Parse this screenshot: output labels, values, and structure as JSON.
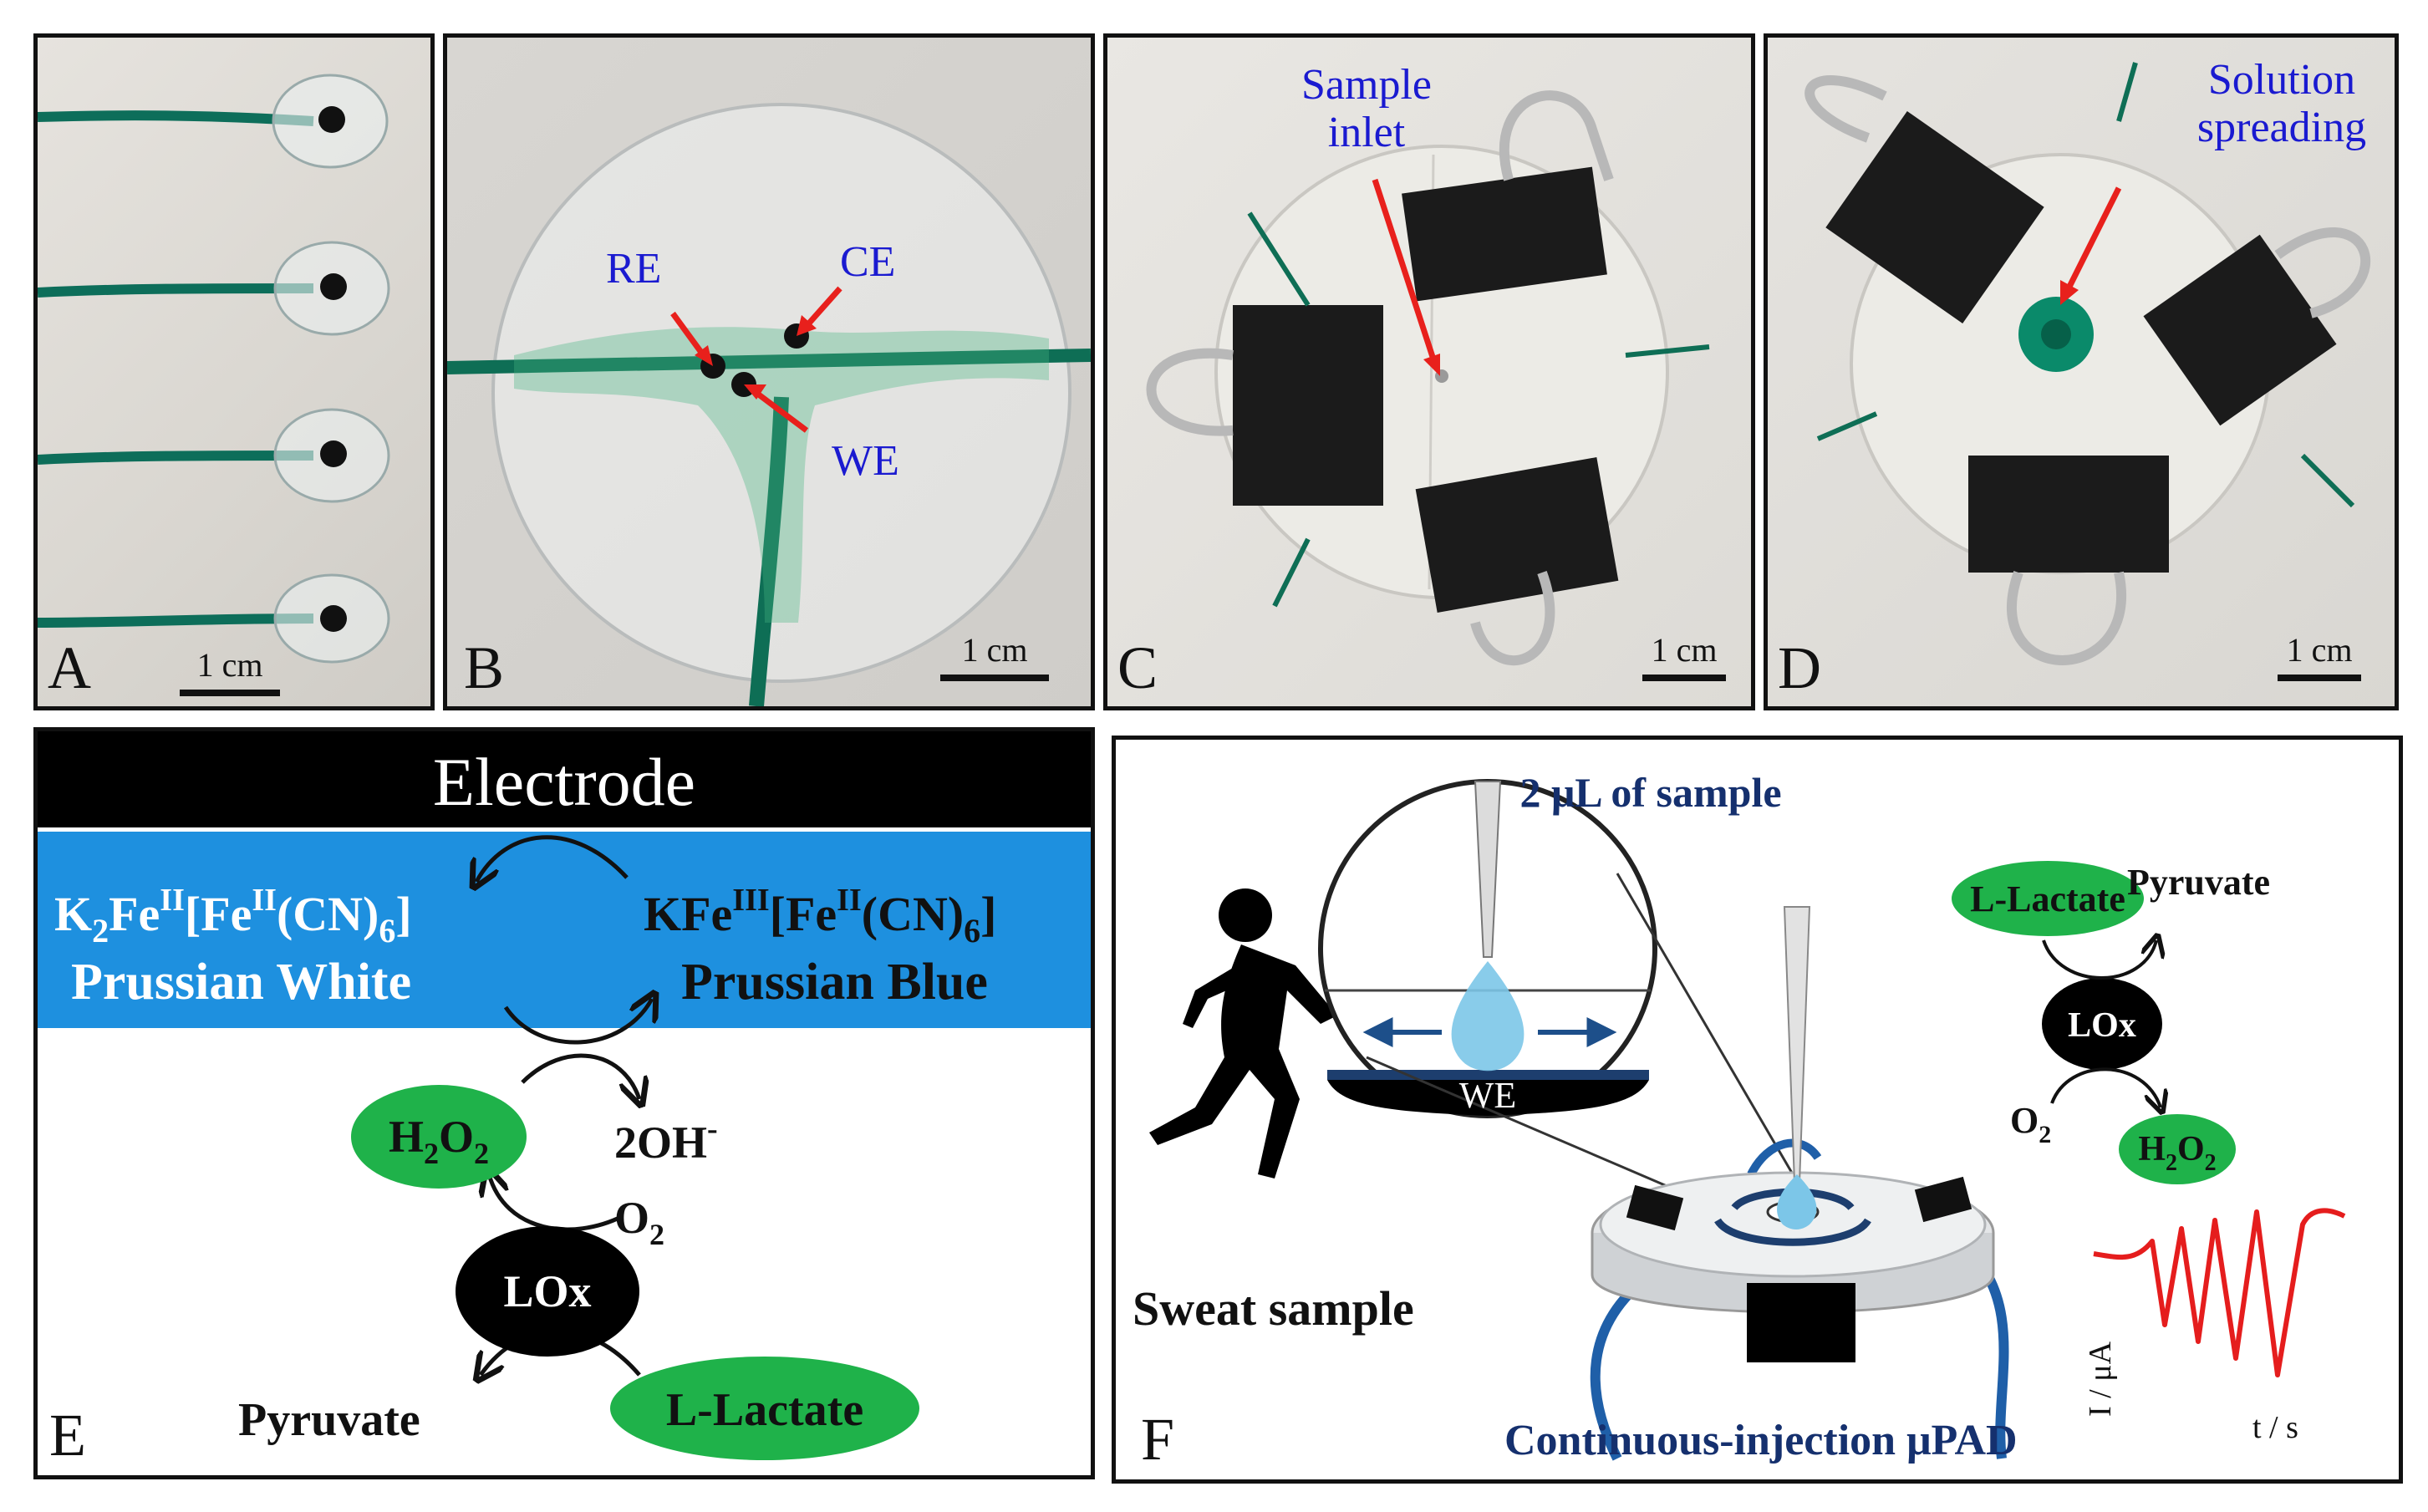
{
  "panels": {
    "A": {
      "label": "A",
      "scale": "1 cm"
    },
    "B": {
      "label": "B",
      "scale": "1 cm",
      "re": "RE",
      "ce": "CE",
      "we": "WE"
    },
    "C": {
      "label": "C",
      "scale": "1 cm",
      "annotation_line1": "Sample",
      "annotation_line2": "inlet"
    },
    "D": {
      "label": "D",
      "scale": "1 cm",
      "annotation_line1": "Solution",
      "annotation_line2": "spreading"
    },
    "E": {
      "label": "E",
      "electrode": "Electrode",
      "pw_formula_k": "K",
      "pw_formula_sub2": "2",
      "pw_formula_fe1": "Fe",
      "pw_formula_sup1": "II",
      "pw_formula_br": "[Fe",
      "pw_formula_sup2": "II",
      "pw_formula_cn": "(CN)",
      "pw_formula_sub6": "6",
      "pw_formula_close": "]",
      "pw_name": "Prussian White",
      "pb_formula_k": "KFe",
      "pb_formula_sup1": "III",
      "pb_formula_br": "[Fe",
      "pb_formula_sup2": "II",
      "pb_formula_cn": "(CN)",
      "pb_formula_sub6": "6",
      "pb_formula_close": "]",
      "pb_name": "Prussian Blue",
      "h2o2_h": "H",
      "h2o2_2a": "2",
      "h2o2_o": "O",
      "h2o2_2b": "2",
      "oh": "2OH",
      "oh_sup": "-",
      "o2": "O",
      "o2_sub": "2",
      "lox": "LOx",
      "pyruvate": "Pyruvate",
      "lactate": "L-Lactate"
    },
    "F": {
      "label": "F",
      "title": "2 μL of sample",
      "we": "WE",
      "sweat": "Sweat sample",
      "device": "Continuous-injection μPAD",
      "lactate": "L-Lactate",
      "pyruvate": "Pyruvate",
      "lox": "LOx",
      "o2": "O",
      "o2_sub": "2",
      "h2o2_h": "H",
      "h2o2_2a": "2",
      "h2o2_o": "O",
      "h2o2_2b": "2",
      "ylabel": "I / μA",
      "xlabel": "t / s"
    }
  },
  "colors": {
    "blue_band": "#1e90df",
    "green": "#1fb24a",
    "annot_blue": "#1a1ad0",
    "dark_blue_text": "#15306e",
    "red_arrow": "#e8201c",
    "trace": "#e51d1d"
  }
}
